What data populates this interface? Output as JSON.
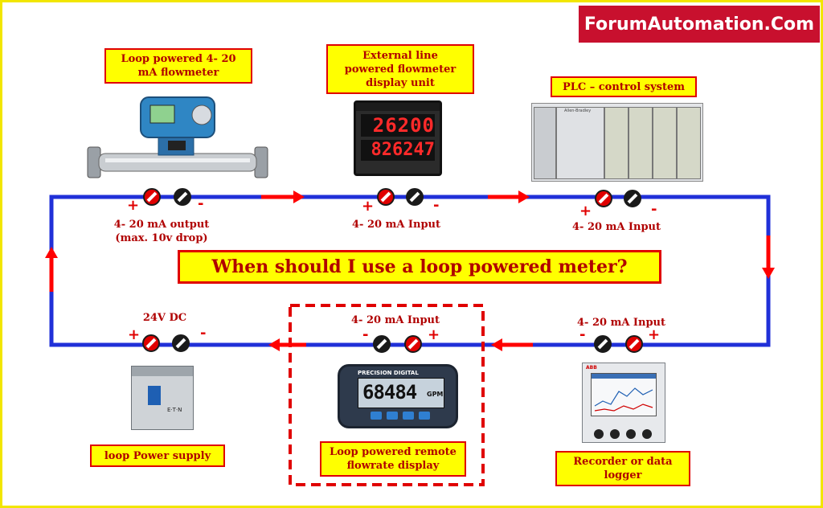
{
  "brand": "ForumAutomation.Com",
  "headline": "When should I use a loop powered meter?",
  "devices": {
    "flowmeter": {
      "label": "Loop powered 4- 20\nmA flowmeter",
      "signal": "4- 20 mA output\n(max. 10v drop)"
    },
    "external_display": {
      "label": "External line\npowered flowmeter\ndisplay unit",
      "signal": "4- 20 mA Input",
      "readout_top": "26200",
      "readout_bottom": "826247"
    },
    "plc": {
      "label": "PLC – control system",
      "signal": "4- 20 mA Input",
      "panel_brand": "Allen-Bradley"
    },
    "power_supply": {
      "label": "loop Power supply",
      "signal": "24V DC",
      "panel_brand": "E·T·N"
    },
    "remote_display": {
      "label": "Loop powered remote\nflowrate display",
      "signal": "4- 20 mA Input",
      "panel_brand": "PRECISION DIGITAL",
      "reading": "68484",
      "unit": "GPM"
    },
    "recorder": {
      "label": "Recorder or data\nlogger",
      "signal": "4- 20 mA Input",
      "panel_brand": "ABB"
    }
  },
  "terminal_signs": {
    "plus": "+",
    "minus": "-"
  },
  "colors": {
    "wire": "#2030d8",
    "arrow": "#ff0000",
    "label_bg": "#ffff00",
    "label_border": "#e00000",
    "label_text": "#b00000",
    "brand_bg": "#c8102e"
  }
}
